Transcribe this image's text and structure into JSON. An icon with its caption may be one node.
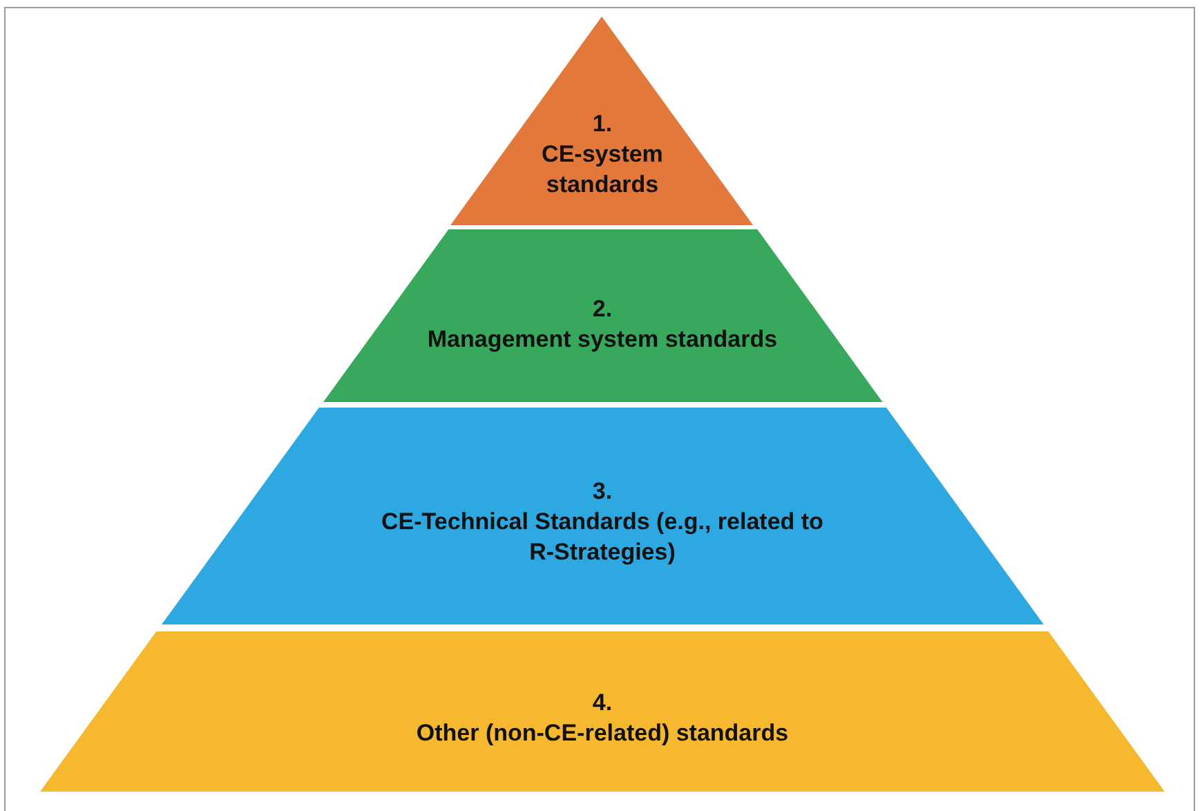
{
  "diagram": {
    "nodes": [
      {
        "text": [
          "1.",
          "CE-system standards"
        ]
      },
      {
        "text": [
          "2.",
          "Management system standards"
        ]
      },
      {
        "text": [
          "3.",
          "CE-Technical Standards (e.g., related to R-Strategies)"
        ]
      },
      {
        "text": [
          "4.",
          "Other (non-CE-related) standards"
        ]
      }
    ],
    "edges": []
  }
}
